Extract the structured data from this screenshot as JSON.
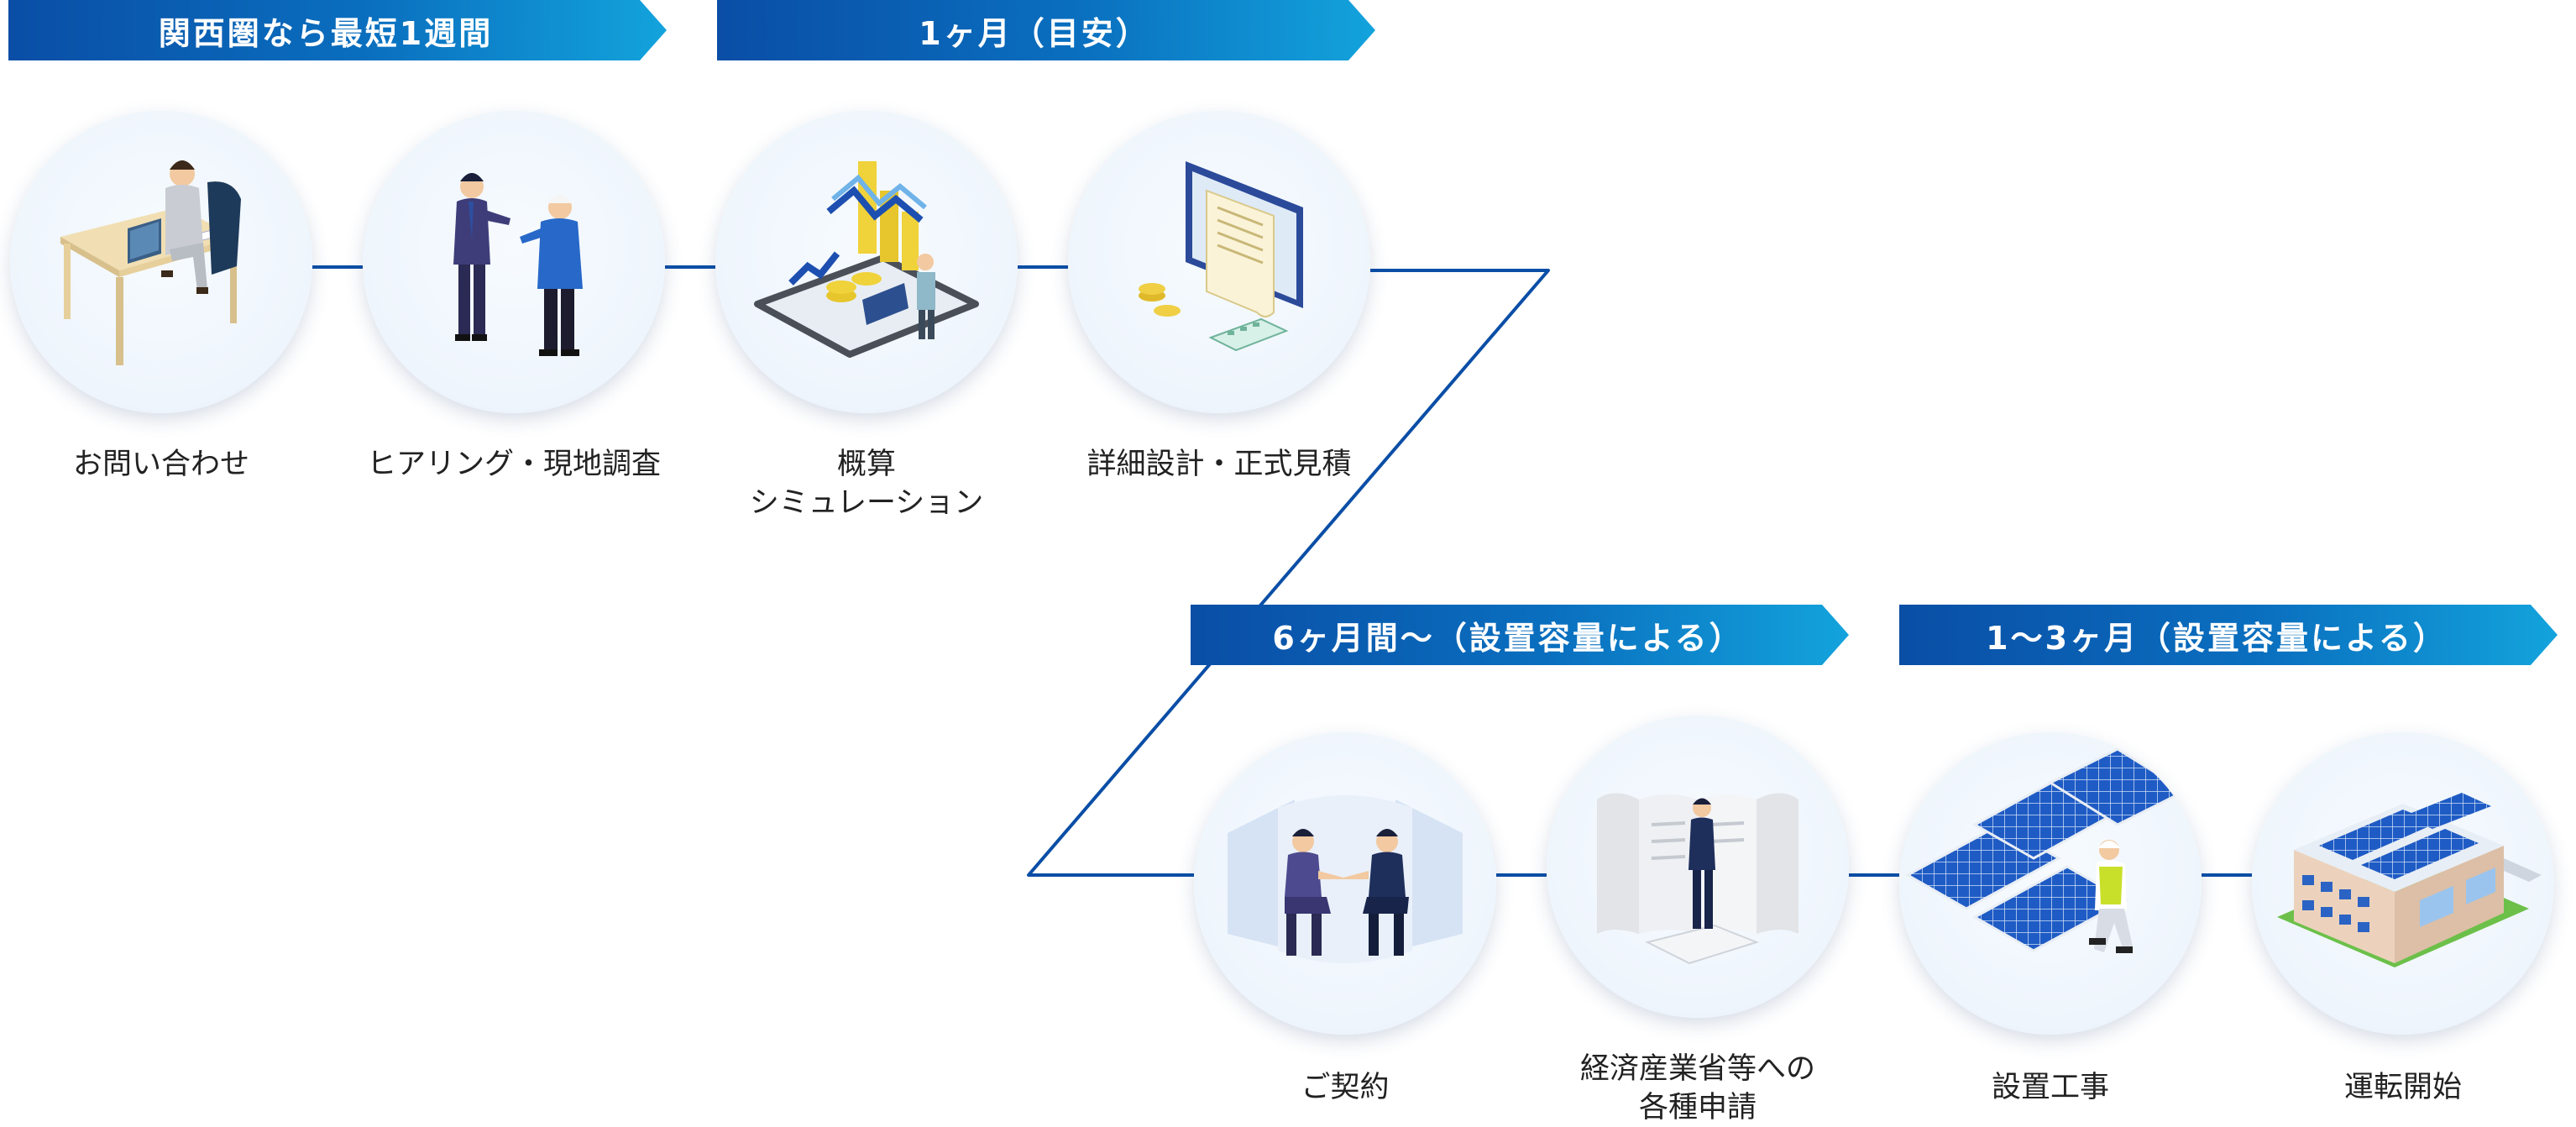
{
  "phases": [
    {
      "label": "関西圏なら最短1週間"
    },
    {
      "label": "1ヶ月（目安）"
    },
    {
      "label": "6ヶ月間〜（設置容量による）"
    },
    {
      "label": "1〜3ヶ月（設置容量による）"
    }
  ],
  "steps": [
    {
      "label": "お問い合わせ",
      "icon": "office-desk-icon"
    },
    {
      "label": "ヒアリング・現地調査",
      "icon": "consultation-icon"
    },
    {
      "label": "概算\nシミュレーション",
      "icon": "chart-simulation-icon"
    },
    {
      "label": "詳細設計・正式見積",
      "icon": "estimate-document-icon"
    },
    {
      "label": "ご契約",
      "icon": "handshake-contract-icon"
    },
    {
      "label": "経済産業省等への\n各種申請",
      "icon": "application-documents-icon"
    },
    {
      "label": "設置工事",
      "icon": "solar-installation-icon"
    },
    {
      "label": "運転開始",
      "icon": "solar-factory-icon"
    }
  ],
  "colors": {
    "banner_start": "#0a4ea6",
    "banner_end": "#13a3dc",
    "connector": "#0a4ea6",
    "node_bg": "#eef5fc"
  }
}
